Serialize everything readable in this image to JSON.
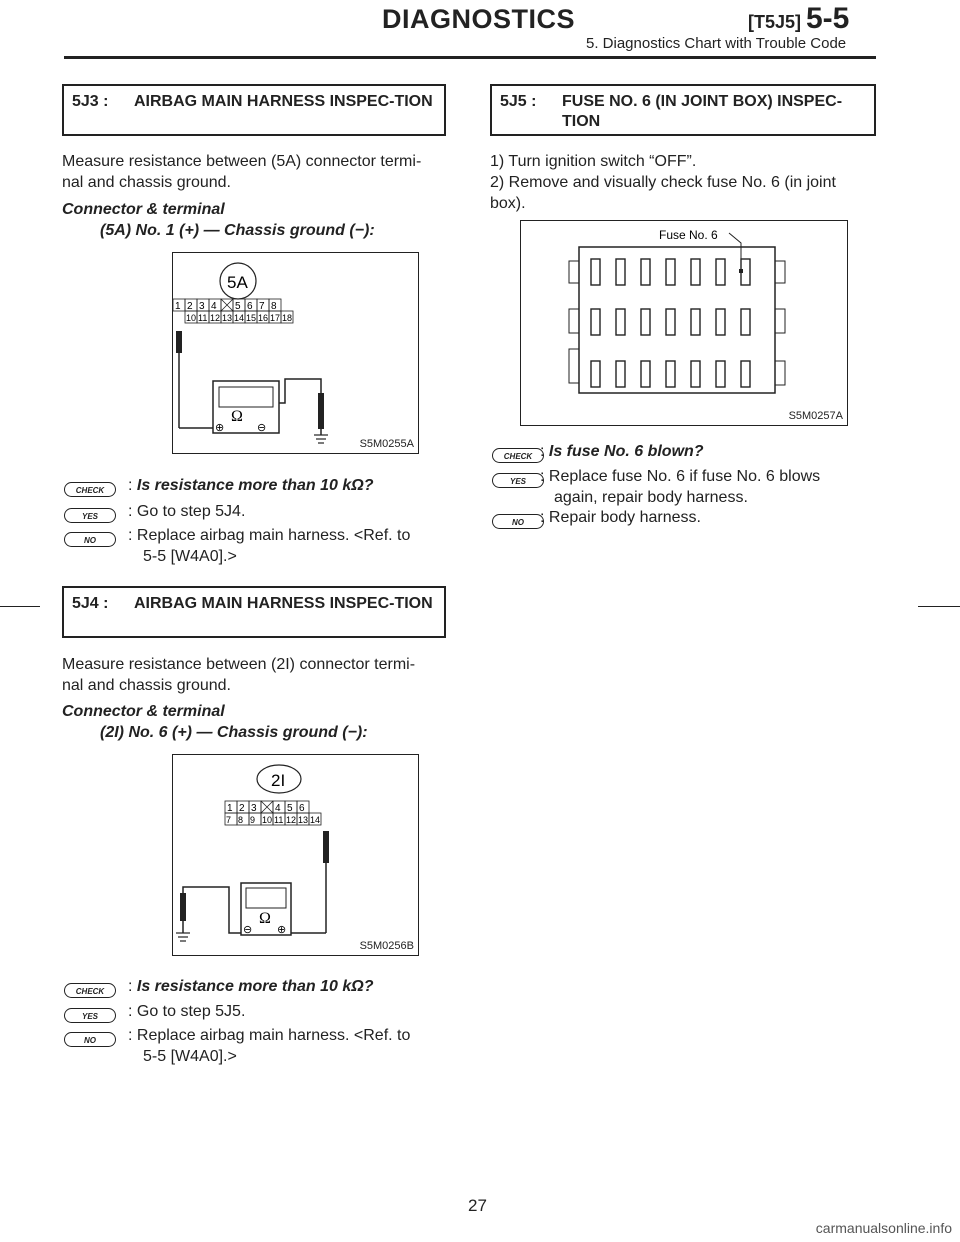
{
  "header": {
    "title": "DIAGNOSTICS",
    "code": "[T5J5]",
    "section": "5-5",
    "subtitle": "5. Diagnostics Chart with Trouble Code"
  },
  "s5j3": {
    "num": "5J3 :",
    "title": "AIRBAG MAIN HARNESS INSPEC-TION",
    "body1": "Measure resistance between (5A) connector termi-",
    "body2": "nal and chassis ground.",
    "conn1": "Connector & terminal",
    "conn2": "(5A) No. 1 (+) — Chassis ground (−):",
    "fig": {
      "label": "5A",
      "caption": "S5M0255A",
      "row1": [
        "1",
        "2",
        "3",
        "4",
        "",
        "5",
        "6",
        "7",
        "8"
      ],
      "row2": [
        "10",
        "11",
        "12",
        "13",
        "14",
        "15",
        "16",
        "17",
        "18"
      ]
    },
    "check": "Is resistance more than 10 kΩ?",
    "yes_pre": ": Go to step ",
    "yes_ref": "5J4",
    "yes_post": ".",
    "no1": ": Replace airbag main harness. <Ref. to",
    "no2": "5-5 [W4A0].>"
  },
  "s5j4": {
    "num": "5J4 :",
    "title": "AIRBAG MAIN HARNESS INSPEC-TION",
    "body1": "Measure resistance between (2I) connector termi-",
    "body2": "nal and chassis ground.",
    "conn1": "Connector & terminal",
    "conn2": "(2I) No. 6 (+) — Chassis ground (−):",
    "fig": {
      "label": "2I",
      "caption": "S5M0256B",
      "row1": [
        "1",
        "2",
        "3",
        "",
        "4",
        "5",
        "6"
      ],
      "row2": [
        "7",
        "8",
        "9",
        "10",
        "11",
        "12",
        "13",
        "14"
      ]
    },
    "check": "Is resistance more than 10 kΩ?",
    "yes_pre": ": Go to step ",
    "yes_ref": "5J5",
    "yes_post": ".",
    "no1": ": Replace airbag main harness. <Ref. to",
    "no2": "5-5 [W4A0].>"
  },
  "s5j5": {
    "num": "5J5 :",
    "title": "FUSE NO. 6 (IN JOINT BOX) INSPEC-TION",
    "step1": "1) Turn ignition switch “OFF”.",
    "step2a": "2) Remove and visually check fuse No. 6 (in joint",
    "step2b": "box).",
    "fig": {
      "label": "Fuse No. 6",
      "caption": "S5M0257A"
    },
    "check": "Is fuse No. 6 blown?",
    "yes1": ": Replace fuse No. 6 if fuse No. 6 blows",
    "yes2": "again, repair body harness.",
    "no": ": Repair body harness."
  },
  "icons": {
    "check": "CHECK",
    "yes": "YES",
    "no": "NO"
  },
  "page_number": "27",
  "watermark": "carmanualsonline.info"
}
